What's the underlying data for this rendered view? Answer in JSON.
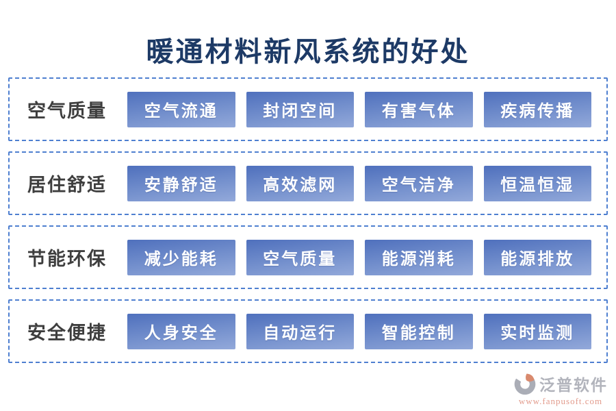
{
  "title": "暖通材料新风系统的好处",
  "rows": [
    {
      "label": "空气质量",
      "items": [
        "空气流通",
        "封闭空间",
        "有害气体",
        "疾病传播"
      ]
    },
    {
      "label": "居住舒适",
      "items": [
        "安静舒适",
        "高效滤网",
        "空气洁净",
        "恒温恒湿"
      ]
    },
    {
      "label": "节能环保",
      "items": [
        "减少能耗",
        "空气质量",
        "能源消耗",
        "能源排放"
      ]
    },
    {
      "label": "安全便捷",
      "items": [
        "人身安全",
        "自动运行",
        "智能控制",
        "实时监测"
      ]
    }
  ],
  "footer": {
    "brand": "泛普软件",
    "url": "www.fanpusoft.com"
  },
  "colors": {
    "title": "#1d3a66",
    "dashed_border": "#4e7fd0",
    "pill_gradient_top": "#4f70bd",
    "pill_gradient_bottom": "#93a9da",
    "label_text": "#3e3e3e",
    "brand_gray": "#b2b4bc",
    "brand_orange": "#d98a6e",
    "url_salmon": "#e29a8b"
  }
}
